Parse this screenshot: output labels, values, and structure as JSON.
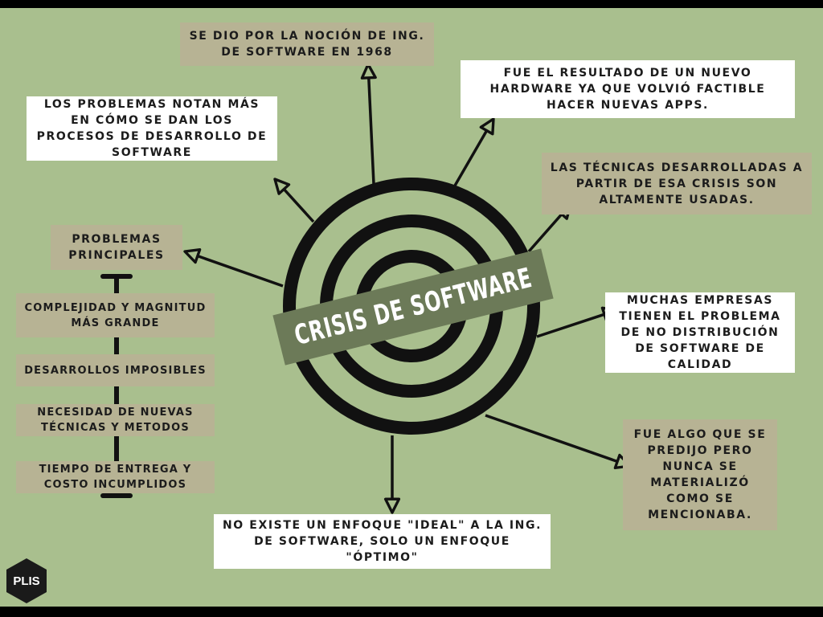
{
  "title": "CRISIS DE SOFTWARE",
  "nodes": {
    "top_1968": "SE DIO POR LA NOCIÓN DE ING. DE SOFTWARE EN 1968",
    "hardware": "FUE EL RESULTADO DE UN NUEVO HARDWARE YA QUE VOLVIÓ FACTIBLE HACER NUEVAS APPS.",
    "processes": "LOS PROBLEMAS NOTAN MÁS EN CÓMO SE DAN LOS PROCESOS DE DESARROLLO DE SOFTWARE",
    "techniques": "LAS TÉCNICAS DESARROLLADAS A PARTIR DE ESA CRISIS SON ALTAMENTE USADAS.",
    "companies": "MUCHAS EMPRESAS TIENEN EL PROBLEMA DE NO DISTRIBUCIÓN DE SOFTWARE DE CALIDAD",
    "predicted": "FUE ALGO QUE SE PREDIJO PERO NUNCA SE MATERIALIZÓ COMO SE MENCIONABA.",
    "approach": "NO EXISTE UN ENFOQUE \"IDEAL\" A LA ING. DE SOFTWARE, SOLO UN ENFOQUE \"ÓPTIMO\""
  },
  "problems": {
    "heading": "PROBLEMAS PRINCIPALES",
    "items": [
      "COMPLEJIDAD Y MAGNITUD MÁS GRANDE",
      "DESARROLLOS IMPOSIBLES",
      "NECESIDAD DE NUEVAS TÉCNICAS Y METODOS",
      "TIEMPO DE ENTREGA Y COSTO INCUMPLIDOS"
    ]
  },
  "logo": "PLIS",
  "colors": {
    "background": "#a9bf8e",
    "tan_box": "#b7b394",
    "title_band": "#6c7a58",
    "frame": "#000000"
  }
}
